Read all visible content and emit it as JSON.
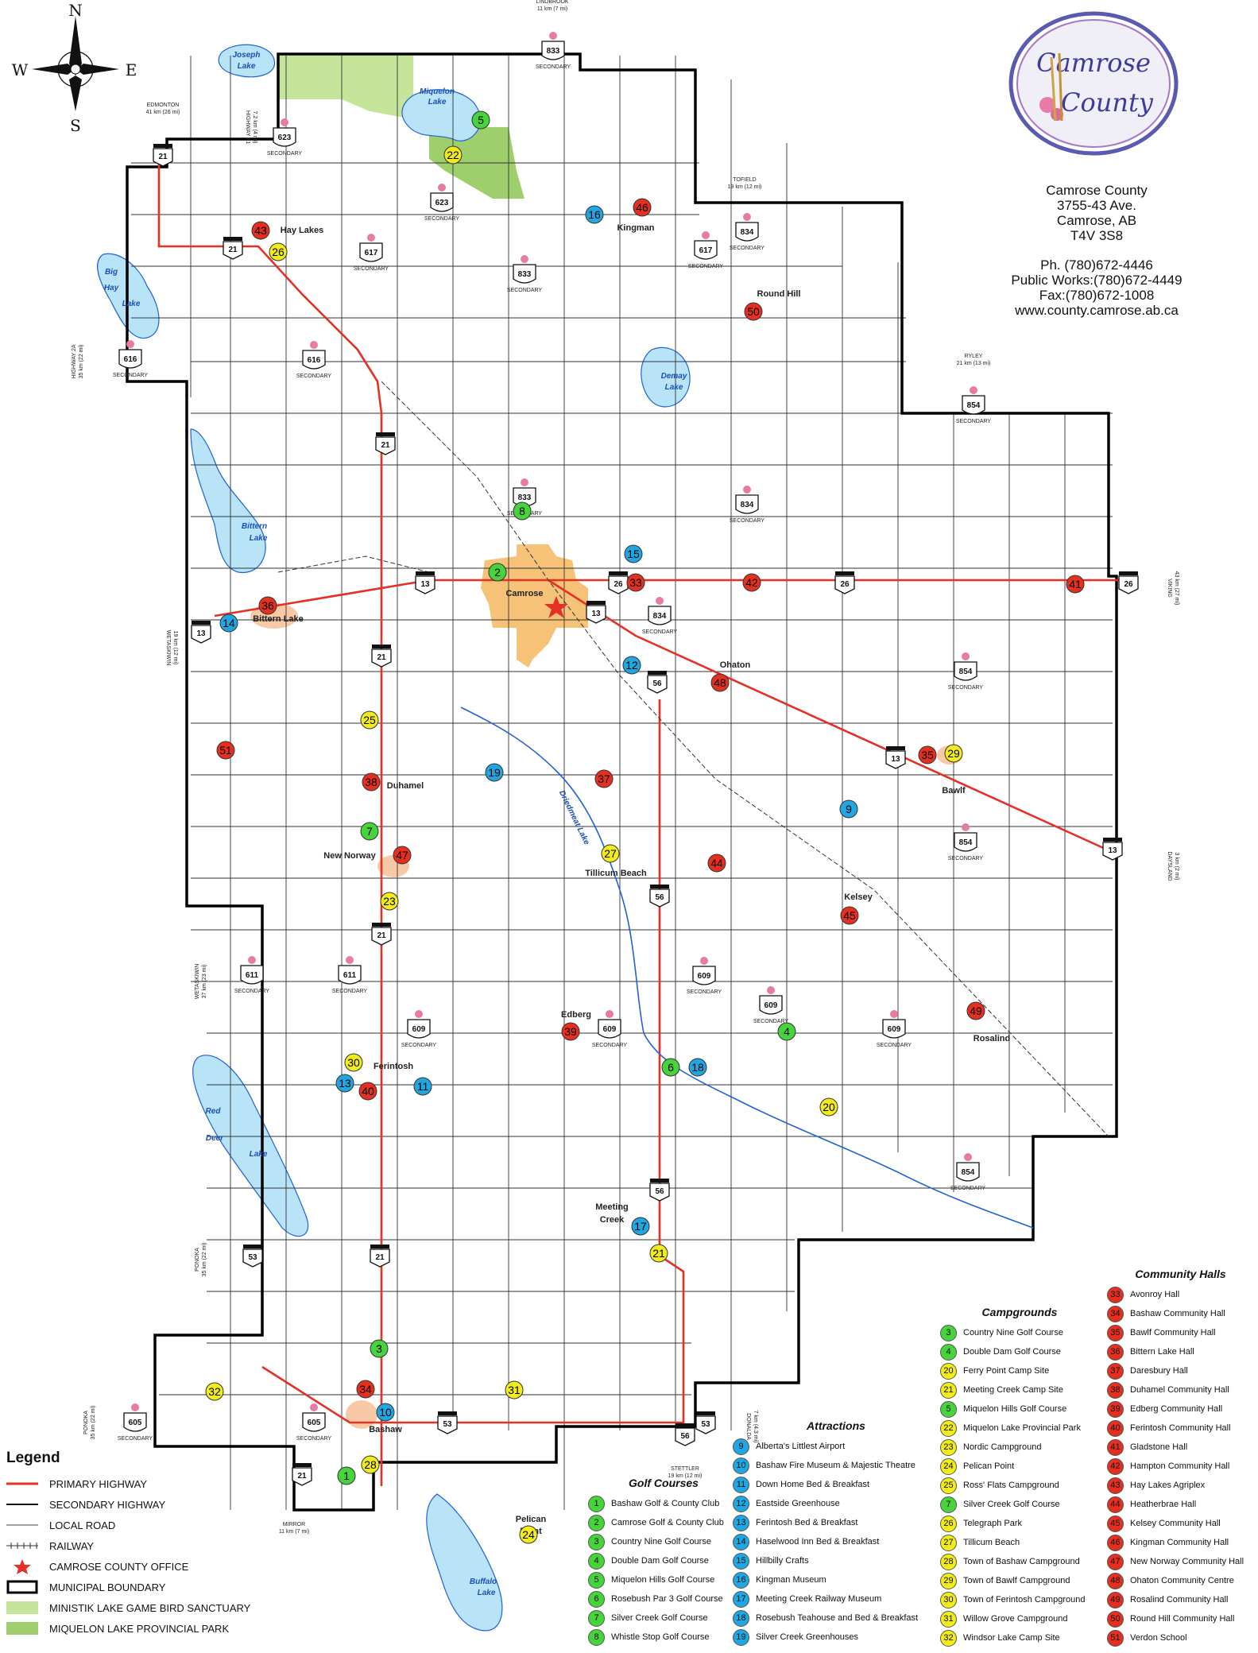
{
  "compass": {
    "n": "N",
    "s": "S",
    "e": "E",
    "w": "W"
  },
  "info": {
    "name": "Camrose County",
    "address1": "3755-43 Ave.",
    "address2": "Camrose, AB",
    "postal": "T4V 3S8",
    "phone": "Ph. (780)672-4446",
    "public_works": "Public Works:(780)672-4449",
    "fax": "Fax:(780)672-1008",
    "web": "www.county.camrose.ab.ca"
  },
  "logo": {
    "line1": "Camrose",
    "line2": "County"
  },
  "colors": {
    "water": "#b9e4f8",
    "water_line": "#1f62d6",
    "town": "#f5c277",
    "hamlet": "#f7c9a6",
    "sanctuary": "#c5e59a",
    "park": "#9fcf6d",
    "primary_highway": "#e53026",
    "golf": "#46d33b",
    "camp": "#f2ec1c",
    "attraction": "#20a6e0",
    "hall": "#e5301f"
  },
  "places": [
    {
      "name": "Hay Lakes"
    },
    {
      "name": "Kingman"
    },
    {
      "name": "Round Hill"
    },
    {
      "name": "Camrose"
    },
    {
      "name": "Bittern Lake"
    },
    {
      "name": "Ohaton"
    },
    {
      "name": "Bawlf"
    },
    {
      "name": "Duhamel"
    },
    {
      "name": "New Norway"
    },
    {
      "name": "Tillicum Beach"
    },
    {
      "name": "Kelsey"
    },
    {
      "name": "Edberg"
    },
    {
      "name": "Rosalind"
    },
    {
      "name": "Ferintosh"
    },
    {
      "name": "Meeting"
    },
    {
      "name": "Creek"
    },
    {
      "name": "Bashaw"
    },
    {
      "name": "Pelican"
    },
    {
      "name": "Point"
    }
  ],
  "lakes": [
    {
      "name": "Joseph"
    },
    {
      "name": "Lake"
    },
    {
      "name": "Miquelon"
    },
    {
      "name": "Lake"
    },
    {
      "name": "Big"
    },
    {
      "name": "Hay"
    },
    {
      "name": "Lake"
    },
    {
      "name": "Demay"
    },
    {
      "name": "Lake"
    },
    {
      "name": "Bittern"
    },
    {
      "name": "Lake"
    },
    {
      "name": "Red"
    },
    {
      "name": "Deer"
    },
    {
      "name": "Lake"
    },
    {
      "name": "Buffalo"
    },
    {
      "name": "Lake"
    },
    {
      "name": "Driedmeat Lake"
    }
  ],
  "destinations": [
    {
      "name": "LINDBROOK",
      "dist": "11 km (7 mi)"
    },
    {
      "name": "EDMONTON",
      "dist": "41 km (26 mi)"
    },
    {
      "name": "TOFIELD",
      "dist": "19 km (12 mi)"
    },
    {
      "name": "RYLEY",
      "dist": "21 km (13 mi)"
    },
    {
      "name": "HIGHWAY 21",
      "dist": "7.2 km (4 mi)"
    },
    {
      "name": "HIGHWAY 2A",
      "dist": "35 km (22 mi)"
    },
    {
      "name": "WETASKIWIN",
      "dist": "19 km (12 mi)"
    },
    {
      "name": "VIKING",
      "dist": "43 km (27 mi)"
    },
    {
      "name": "DAYSLAND",
      "dist": "3 km (2 mi)"
    },
    {
      "name": "WETASKIWIN",
      "dist": "37 km (23 mi)"
    },
    {
      "name": "PONOKA",
      "dist": "35 km (22 mi)"
    },
    {
      "name": "PONOKA",
      "dist": "35 km (22 mi)"
    },
    {
      "name": "DONALDA",
      "dist": "7 km (4.3 mi)"
    },
    {
      "name": "STETTLER",
      "dist": "19 km (12 mi)"
    },
    {
      "name": "MIRROR",
      "dist": "11 km (7 mi)"
    }
  ],
  "highway_shields": [
    {
      "num": "833",
      "type": "secondary"
    },
    {
      "num": "21",
      "type": "primary"
    },
    {
      "num": "623",
      "type": "secondary"
    },
    {
      "num": "623",
      "type": "secondary"
    },
    {
      "num": "21",
      "type": "primary"
    },
    {
      "num": "617",
      "type": "secondary"
    },
    {
      "num": "834",
      "type": "secondary"
    },
    {
      "num": "617",
      "type": "secondary"
    },
    {
      "num": "833",
      "type": "secondary"
    },
    {
      "num": "616",
      "type": "secondary"
    },
    {
      "num": "616",
      "type": "secondary"
    },
    {
      "num": "854",
      "type": "secondary"
    },
    {
      "num": "21",
      "type": "primary"
    },
    {
      "num": "833",
      "type": "secondary"
    },
    {
      "num": "834",
      "type": "secondary"
    },
    {
      "num": "13",
      "type": "primary"
    },
    {
      "num": "26",
      "type": "primary"
    },
    {
      "num": "26",
      "type": "primary"
    },
    {
      "num": "26",
      "type": "primary"
    },
    {
      "num": "13",
      "type": "primary"
    },
    {
      "num": "834",
      "type": "secondary"
    },
    {
      "num": "13",
      "type": "primary"
    },
    {
      "num": "21",
      "type": "primary"
    },
    {
      "num": "854",
      "type": "secondary"
    },
    {
      "num": "56",
      "type": "primary"
    },
    {
      "num": "13",
      "type": "primary"
    },
    {
      "num": "854",
      "type": "secondary"
    },
    {
      "num": "13",
      "type": "primary"
    },
    {
      "num": "56",
      "type": "primary"
    },
    {
      "num": "21",
      "type": "primary"
    },
    {
      "num": "611",
      "type": "secondary"
    },
    {
      "num": "611",
      "type": "secondary"
    },
    {
      "num": "609",
      "type": "secondary"
    },
    {
      "num": "609",
      "type": "secondary"
    },
    {
      "num": "609",
      "type": "secondary"
    },
    {
      "num": "609",
      "type": "secondary"
    },
    {
      "num": "609",
      "type": "secondary"
    },
    {
      "num": "854",
      "type": "secondary"
    },
    {
      "num": "56",
      "type": "primary"
    },
    {
      "num": "21",
      "type": "primary"
    },
    {
      "num": "53",
      "type": "primary"
    },
    {
      "num": "605",
      "type": "secondary"
    },
    {
      "num": "605",
      "type": "secondary"
    },
    {
      "num": "53",
      "type": "primary"
    },
    {
      "num": "56",
      "type": "primary"
    },
    {
      "num": "53",
      "type": "primary"
    },
    {
      "num": "21",
      "type": "primary"
    }
  ],
  "secondary_label": "SECONDARY",
  "markers": [
    {
      "num": "1",
      "cat": "golf"
    },
    {
      "num": "2",
      "cat": "golf"
    },
    {
      "num": "3",
      "cat": "golf"
    },
    {
      "num": "4",
      "cat": "golf"
    },
    {
      "num": "5",
      "cat": "golf"
    },
    {
      "num": "6",
      "cat": "golf"
    },
    {
      "num": "7",
      "cat": "golf"
    },
    {
      "num": "8",
      "cat": "golf"
    },
    {
      "num": "9",
      "cat": "attraction"
    },
    {
      "num": "10",
      "cat": "attraction"
    },
    {
      "num": "11",
      "cat": "attraction"
    },
    {
      "num": "12",
      "cat": "attraction"
    },
    {
      "num": "13",
      "cat": "attraction"
    },
    {
      "num": "14",
      "cat": "attraction"
    },
    {
      "num": "15",
      "cat": "attraction"
    },
    {
      "num": "16",
      "cat": "attraction"
    },
    {
      "num": "17",
      "cat": "attraction"
    },
    {
      "num": "18",
      "cat": "attraction"
    },
    {
      "num": "19",
      "cat": "attraction"
    },
    {
      "num": "20",
      "cat": "camp"
    },
    {
      "num": "21",
      "cat": "camp"
    },
    {
      "num": "22",
      "cat": "camp"
    },
    {
      "num": "23",
      "cat": "camp"
    },
    {
      "num": "24",
      "cat": "camp"
    },
    {
      "num": "25",
      "cat": "camp"
    },
    {
      "num": "26",
      "cat": "camp"
    },
    {
      "num": "27",
      "cat": "camp"
    },
    {
      "num": "28",
      "cat": "camp"
    },
    {
      "num": "29",
      "cat": "camp"
    },
    {
      "num": "30",
      "cat": "camp"
    },
    {
      "num": "31",
      "cat": "camp"
    },
    {
      "num": "32",
      "cat": "camp"
    },
    {
      "num": "33",
      "cat": "hall"
    },
    {
      "num": "34",
      "cat": "hall"
    },
    {
      "num": "35",
      "cat": "hall"
    },
    {
      "num": "36",
      "cat": "hall"
    },
    {
      "num": "37",
      "cat": "hall"
    },
    {
      "num": "38",
      "cat": "hall"
    },
    {
      "num": "39",
      "cat": "hall"
    },
    {
      "num": "40",
      "cat": "hall"
    },
    {
      "num": "41",
      "cat": "hall"
    },
    {
      "num": "42",
      "cat": "hall"
    },
    {
      "num": "43",
      "cat": "hall"
    },
    {
      "num": "44",
      "cat": "hall"
    },
    {
      "num": "45",
      "cat": "hall"
    },
    {
      "num": "46",
      "cat": "hall"
    },
    {
      "num": "47",
      "cat": "hall"
    },
    {
      "num": "48",
      "cat": "hall"
    },
    {
      "num": "49",
      "cat": "hall"
    },
    {
      "num": "50",
      "cat": "hall"
    },
    {
      "num": "51",
      "cat": "hall"
    }
  ],
  "legend": {
    "title": "Legend",
    "items": [
      {
        "label": "PRIMARY HIGHWAY",
        "sym": "primary"
      },
      {
        "label": "SECONDARY HIGHWAY",
        "sym": "secondary"
      },
      {
        "label": "LOCAL ROAD",
        "sym": "local"
      },
      {
        "label": "RAILWAY",
        "sym": "railway"
      },
      {
        "label": "CAMROSE COUNTY OFFICE",
        "sym": "office"
      },
      {
        "label": "MUNICIPAL BOUNDARY",
        "sym": "boundary"
      },
      {
        "label": "MINISTIK LAKE GAME BIRD SANCTUARY",
        "sym": "sanctuary"
      },
      {
        "label": "MIQUELON LAKE PROVINCIAL PARK",
        "sym": "park"
      }
    ]
  },
  "golf_courses": {
    "title": "Golf Courses",
    "items": [
      {
        "num": "1",
        "name": "Bashaw Golf & County Club"
      },
      {
        "num": "2",
        "name": "Camrose Golf & County Club"
      },
      {
        "num": "3",
        "name": "Country Nine Golf Course"
      },
      {
        "num": "4",
        "name": "Double Dam Golf Course"
      },
      {
        "num": "5",
        "name": "Miquelon Hills Golf Course"
      },
      {
        "num": "6",
        "name": "Rosebush Par 3 Golf Course"
      },
      {
        "num": "7",
        "name": "Silver Creek Golf Course"
      },
      {
        "num": "8",
        "name": "Whistle Stop Golf Course"
      }
    ]
  },
  "attractions": {
    "title": "Attractions",
    "items": [
      {
        "num": "9",
        "name": "Alberta's Littlest Airport"
      },
      {
        "num": "10",
        "name": "Bashaw Fire Museum & Majestic Theatre"
      },
      {
        "num": "11",
        "name": "Down Home Bed & Breakfast"
      },
      {
        "num": "12",
        "name": "Eastside Greenhouse"
      },
      {
        "num": "13",
        "name": "Ferintosh Bed & Breakfast"
      },
      {
        "num": "14",
        "name": "Haselwood Inn Bed & Breakfast"
      },
      {
        "num": "15",
        "name": "Hillbilly Crafts"
      },
      {
        "num": "16",
        "name": "Kingman Museum"
      },
      {
        "num": "17",
        "name": "Meeting Creek Railway Museum"
      },
      {
        "num": "18",
        "name": "Rosebush Teahouse and Bed & Breakfast"
      },
      {
        "num": "19",
        "name": "Silver Creek Greenhouses"
      }
    ]
  },
  "campgrounds": {
    "title": "Campgrounds",
    "items": [
      {
        "num": "3",
        "cat": "golf",
        "name": "Country Nine Golf Course"
      },
      {
        "num": "4",
        "cat": "golf",
        "name": "Double Dam Golf Course"
      },
      {
        "num": "20",
        "cat": "camp",
        "name": "Ferry Point Camp Site"
      },
      {
        "num": "21",
        "cat": "camp",
        "name": "Meeting Creek Camp Site"
      },
      {
        "num": "5",
        "cat": "golf",
        "name": "Miquelon Hills Golf Course"
      },
      {
        "num": "22",
        "cat": "camp",
        "name": "Miquelon Lake Provincial Park"
      },
      {
        "num": "23",
        "cat": "camp",
        "name": "Nordic Campground"
      },
      {
        "num": "24",
        "cat": "camp",
        "name": "Pelican Point"
      },
      {
        "num": "25",
        "cat": "camp",
        "name": "Ross' Flats Campground"
      },
      {
        "num": "7",
        "cat": "golf",
        "name": "Silver Creek Golf Course"
      },
      {
        "num": "26",
        "cat": "camp",
        "name": "Telegraph Park"
      },
      {
        "num": "27",
        "cat": "camp",
        "name": "Tillicum Beach"
      },
      {
        "num": "28",
        "cat": "camp",
        "name": "Town of Bashaw Campground"
      },
      {
        "num": "29",
        "cat": "camp",
        "name": "Town of Bawlf Campground"
      },
      {
        "num": "30",
        "cat": "camp",
        "name": "Town of Ferintosh Campground"
      },
      {
        "num": "31",
        "cat": "camp",
        "name": "Willow Grove Campground"
      },
      {
        "num": "32",
        "cat": "camp",
        "name": "Windsor Lake Camp Site"
      }
    ]
  },
  "community_halls": {
    "title": "Community Halls",
    "items": [
      {
        "num": "33",
        "name": "Avonroy Hall"
      },
      {
        "num": "34",
        "name": "Bashaw Community Hall"
      },
      {
        "num": "35",
        "name": "Bawlf Community Hall"
      },
      {
        "num": "36",
        "name": "Bittern Lake Hall"
      },
      {
        "num": "37",
        "name": "Daresbury Hall"
      },
      {
        "num": "38",
        "name": "Duhamel Community Hall"
      },
      {
        "num": "39",
        "name": "Edberg Community Hall"
      },
      {
        "num": "40",
        "name": "Ferintosh Community Hall"
      },
      {
        "num": "41",
        "name": "Gladstone Hall"
      },
      {
        "num": "42",
        "name": "Hampton Community Hall"
      },
      {
        "num": "43",
        "name": "Hay Lakes Agriplex"
      },
      {
        "num": "44",
        "name": "Heatherbrae Hall"
      },
      {
        "num": "45",
        "name": "Kelsey Community Hall"
      },
      {
        "num": "46",
        "name": "Kingman Community Hall"
      },
      {
        "num": "47",
        "name": "New Norway Community Hall"
      },
      {
        "num": "48",
        "name": "Ohaton Community Centre"
      },
      {
        "num": "49",
        "name": "Rosalind Community Hall"
      },
      {
        "num": "50",
        "name": "Round Hill Community Hall"
      },
      {
        "num": "51",
        "name": "Verdon School"
      }
    ]
  }
}
